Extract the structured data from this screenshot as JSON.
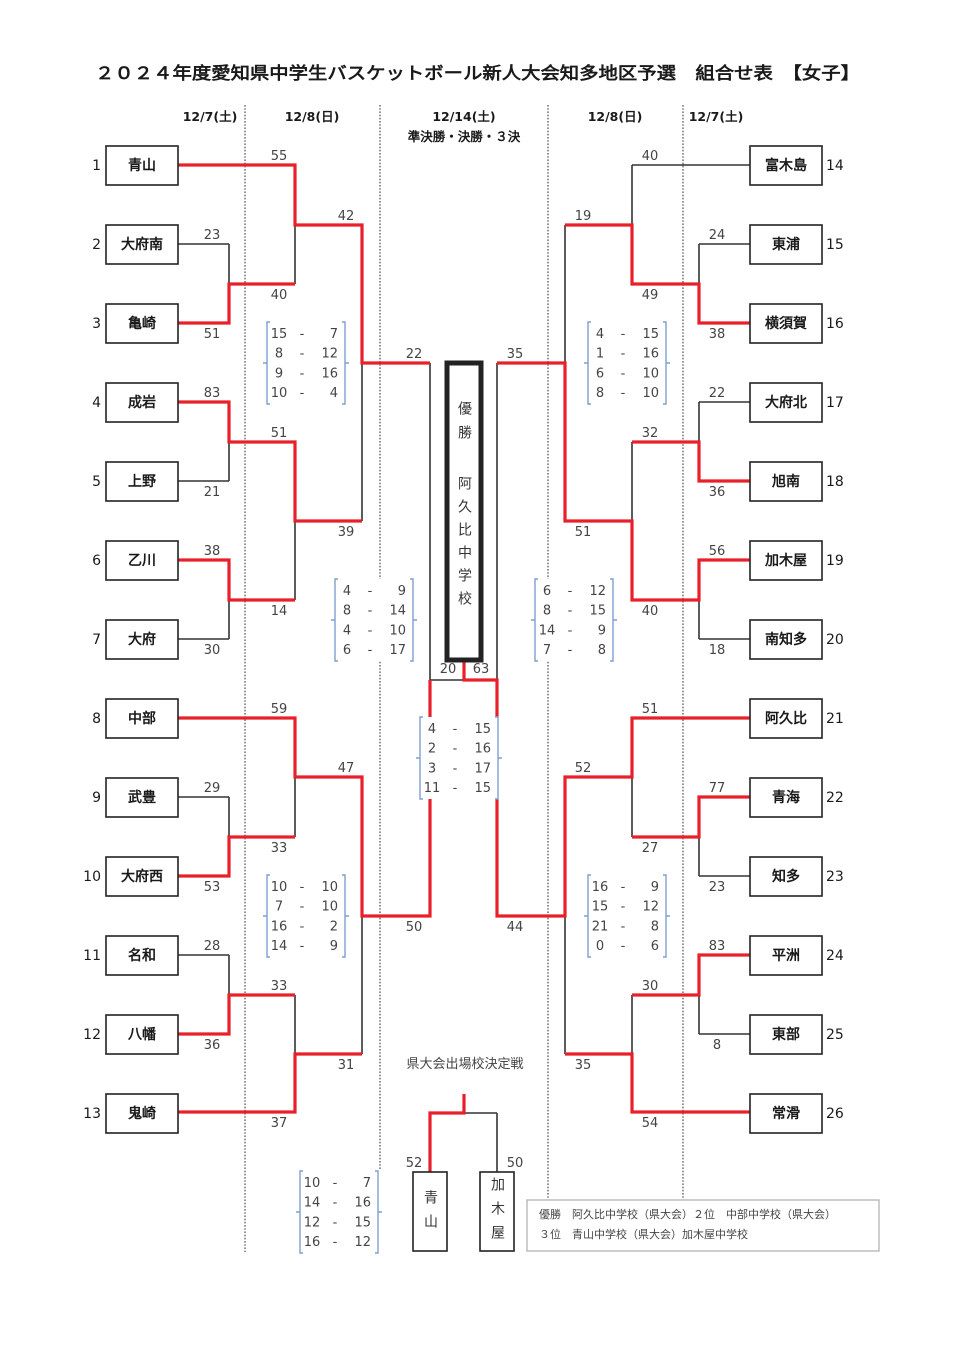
{
  "title": "２０２４年度愛知県中学生バスケットボール新人大会知多地区予選　組合せ表　【女子】",
  "columns": [
    {
      "date": "12/7(土)"
    },
    {
      "date": "12/8(日)"
    },
    {
      "date": "12/14(土)",
      "sub": "準決勝・決勝・３決"
    },
    {
      "date": "12/8(日)"
    },
    {
      "date": "12/7(土)"
    }
  ],
  "teams_left": [
    {
      "no": "1",
      "name": "青山"
    },
    {
      "no": "2",
      "name": "大府南"
    },
    {
      "no": "3",
      "name": "亀崎"
    },
    {
      "no": "4",
      "name": "成岩"
    },
    {
      "no": "5",
      "name": "上野"
    },
    {
      "no": "6",
      "name": "乙川"
    },
    {
      "no": "7",
      "name": "大府"
    },
    {
      "no": "8",
      "name": "中部"
    },
    {
      "no": "9",
      "name": "武豊"
    },
    {
      "no": "10",
      "name": "大府西"
    },
    {
      "no": "11",
      "name": "名和"
    },
    {
      "no": "12",
      "name": "八幡"
    },
    {
      "no": "13",
      "name": "鬼崎"
    }
  ],
  "teams_right": [
    {
      "no": "14",
      "name": "富木島"
    },
    {
      "no": "15",
      "name": "東浦"
    },
    {
      "no": "16",
      "name": "横須賀"
    },
    {
      "no": "17",
      "name": "大府北"
    },
    {
      "no": "18",
      "name": "旭南"
    },
    {
      "no": "19",
      "name": "加木屋"
    },
    {
      "no": "20",
      "name": "南知多"
    },
    {
      "no": "21",
      "name": "阿久比"
    },
    {
      "no": "22",
      "name": "青海"
    },
    {
      "no": "23",
      "name": "知多"
    },
    {
      "no": "24",
      "name": "平洲"
    },
    {
      "no": "25",
      "name": "東部"
    },
    {
      "no": "26",
      "name": "常滑"
    }
  ],
  "left_r1": [
    [
      "23",
      "51"
    ],
    [
      "83",
      "21"
    ],
    [
      "38",
      "30"
    ],
    [
      "29",
      "53"
    ],
    [
      "28",
      "36"
    ]
  ],
  "left_r2": [
    [
      "55",
      "40"
    ],
    [
      "51",
      "14"
    ],
    [
      "59",
      "33"
    ],
    [
      "33",
      "37"
    ]
  ],
  "left_qf": [
    [
      "42",
      "39"
    ],
    [
      "47",
      "31"
    ]
  ],
  "left_sf": [
    "22",
    "50"
  ],
  "right_r1": [
    [
      "24",
      "38"
    ],
    [
      "22",
      "36"
    ],
    [
      "56",
      "18"
    ],
    [
      "77",
      "23"
    ],
    [
      "83",
      "8"
    ]
  ],
  "right_r2": [
    [
      "40",
      "49"
    ],
    [
      "32",
      "40"
    ],
    [
      "51",
      "27"
    ],
    [
      "30",
      "54"
    ]
  ],
  "right_qf": [
    [
      "19",
      "51"
    ],
    [
      "52",
      "35"
    ]
  ],
  "right_sf": [
    "35",
    "44"
  ],
  "final": [
    "20",
    "63"
  ],
  "champion": {
    "label": "優勝",
    "name": "阿久比中学校"
  },
  "third_place": {
    "title": "県大会出場校決定戦",
    "teams": [
      "青山",
      "加木屋"
    ],
    "scores": [
      "52",
      "50"
    ]
  },
  "quarters": {
    "left_qf_top": [
      [
        "15",
        "7"
      ],
      [
        "8",
        "12"
      ],
      [
        "9",
        "16"
      ],
      [
        "10",
        "4"
      ]
    ],
    "left_sf": [
      [
        "4",
        "9"
      ],
      [
        "8",
        "14"
      ],
      [
        "4",
        "10"
      ],
      [
        "6",
        "17"
      ]
    ],
    "final": [
      [
        "4",
        "15"
      ],
      [
        "2",
        "16"
      ],
      [
        "3",
        "17"
      ],
      [
        "11",
        "15"
      ]
    ],
    "left_qf_bottom": [
      [
        "10",
        "10"
      ],
      [
        "7",
        "10"
      ],
      [
        "16",
        "2"
      ],
      [
        "14",
        "9"
      ]
    ],
    "third_place": [
      [
        "10",
        "7"
      ],
      [
        "14",
        "16"
      ],
      [
        "12",
        "15"
      ],
      [
        "16",
        "12"
      ]
    ],
    "right_qf_top": [
      [
        "4",
        "15"
      ],
      [
        "1",
        "16"
      ],
      [
        "6",
        "10"
      ],
      [
        "8",
        "10"
      ]
    ],
    "right_sf": [
      [
        "6",
        "12"
      ],
      [
        "8",
        "15"
      ],
      [
        "14",
        "9"
      ],
      [
        "7",
        "8"
      ]
    ],
    "right_qf_bottom": [
      [
        "16",
        "9"
      ],
      [
        "15",
        "12"
      ],
      [
        "21",
        "8"
      ],
      [
        "0",
        "6"
      ]
    ]
  },
  "quarter_separator": "-",
  "results": {
    "line1": "優勝　阿久比中学校（県大会）２位　中部中学校（県大会）",
    "line2": "３位　青山中学校（県大会）加木屋中学校"
  },
  "colors": {
    "winner_line": "#e8202a",
    "loser_line": "#333333",
    "quarter_brace": "#7f9fd0"
  }
}
